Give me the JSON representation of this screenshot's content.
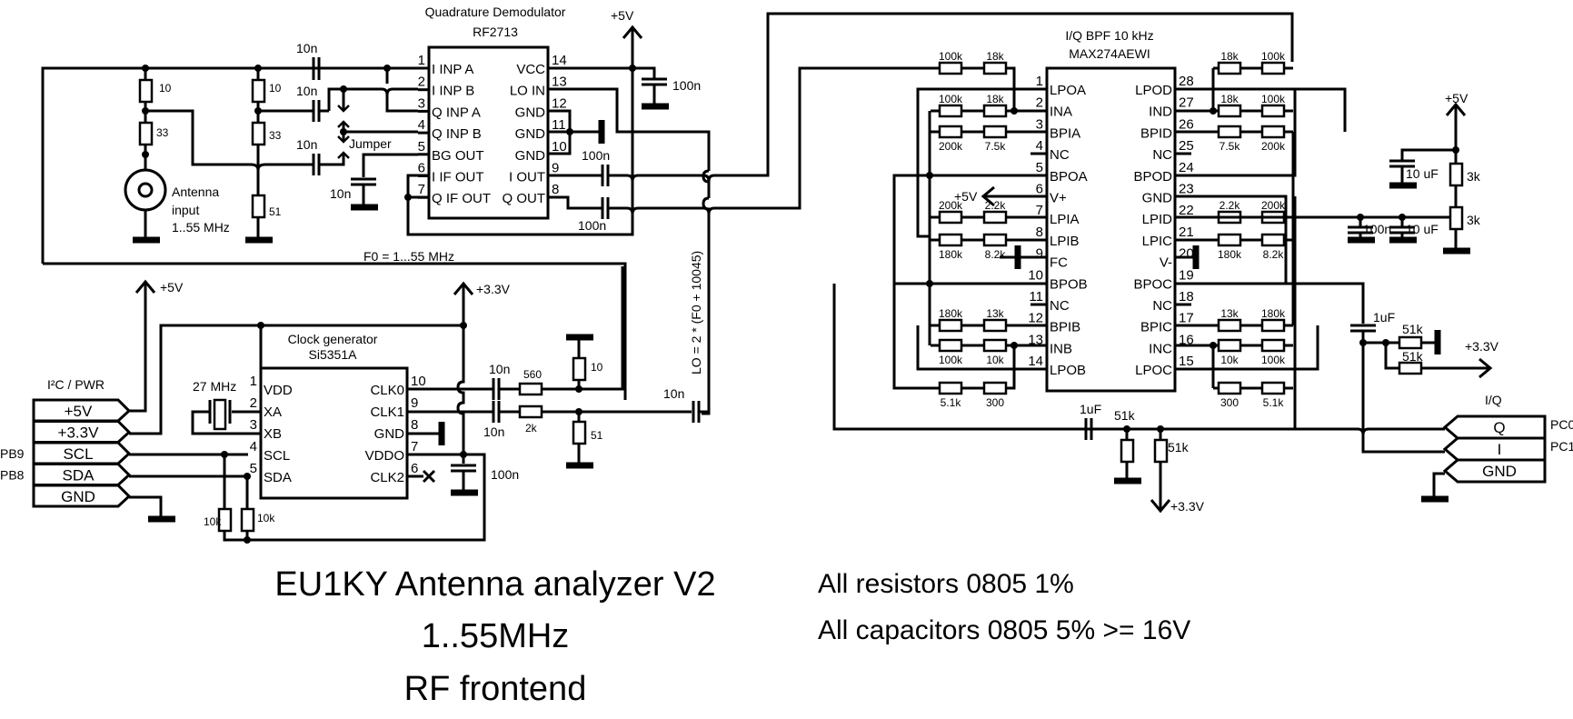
{
  "title": {
    "line1": "EU1KY Antenna analyzer V2",
    "line2": "1..55MHz",
    "line3": "RF frontend"
  },
  "notes": {
    "resistors": "All resistors 0805 1%",
    "capacitors": "All capacitors 0805 5% >= 16V"
  },
  "antenna": {
    "label1": "Antenna",
    "label2": "input",
    "label3": "1..55 MHz",
    "r1": "10",
    "r2": "33",
    "r3": "10",
    "r4": "33",
    "r5": "51",
    "c1": "10n",
    "c2": "10n",
    "c3": "10n",
    "c_bg": "10n",
    "jumper": "Jumper"
  },
  "demod": {
    "title": "Quadrature Demodulator",
    "part": "RF2713",
    "left_pins": [
      {
        "num": "1",
        "name": "I INP A"
      },
      {
        "num": "2",
        "name": "I INP B"
      },
      {
        "num": "3",
        "name": "Q INP A"
      },
      {
        "num": "4",
        "name": "Q INP B"
      },
      {
        "num": "5",
        "name": "BG OUT"
      },
      {
        "num": "6",
        "name": "I IF OUT"
      },
      {
        "num": "7",
        "name": "Q IF OUT"
      }
    ],
    "right_pins": [
      {
        "num": "14",
        "name": "VCC"
      },
      {
        "num": "13",
        "name": "LO IN"
      },
      {
        "num": "12",
        "name": "GND"
      },
      {
        "num": "11",
        "name": "GND"
      },
      {
        "num": "10",
        "name": "GND"
      },
      {
        "num": "9",
        "name": "I OUT"
      },
      {
        "num": "8",
        "name": "Q OUT"
      }
    ],
    "vcc": "+5V",
    "c_vcc": "100n",
    "c_iout": "100n",
    "c_qout": "100n"
  },
  "f0_label": "F0 = 1...55 MHz",
  "lo_label": "LO = 2 * (F0 + 10045)",
  "lo_cap": "10n",
  "connector": {
    "title": "I²C / PWR",
    "pins": [
      "+5V",
      "+3.3V",
      "SCL",
      "SDA",
      "GND"
    ],
    "side_labels": [
      "",
      "",
      "PB9",
      "PB8",
      ""
    ],
    "plus5": "+5V"
  },
  "clock": {
    "title": "Clock generator",
    "part": "Si5351A",
    "left_pins": [
      {
        "num": "1",
        "name": "VDD"
      },
      {
        "num": "2",
        "name": "XA"
      },
      {
        "num": "3",
        "name": "XB"
      },
      {
        "num": "4",
        "name": "SCL"
      },
      {
        "num": "5",
        "name": "SDA"
      }
    ],
    "right_pins": [
      {
        "num": "10",
        "name": "CLK0"
      },
      {
        "num": "9",
        "name": "CLK1"
      },
      {
        "num": "8",
        "name": "GND"
      },
      {
        "num": "7",
        "name": "VDDO"
      },
      {
        "num": "6",
        "name": "CLK2"
      }
    ],
    "crystal": "27 MHz",
    "supply": "+3.3V",
    "c_vddo": "100n",
    "c_clk0": "10n",
    "c_clk1": "10n",
    "r_clk0": "560",
    "r_clk1": "2k",
    "r_clk0_gnd": "10",
    "r_clk1_gnd": "51",
    "pullup1": "10k",
    "pullup2": "10k"
  },
  "bpf": {
    "title": "I/Q BPF 10 kHz",
    "part": "MAX274AEWI",
    "left_pins": [
      {
        "num": "1",
        "name": "LPOA"
      },
      {
        "num": "2",
        "name": "INA"
      },
      {
        "num": "3",
        "name": "BPIA"
      },
      {
        "num": "4",
        "name": "NC"
      },
      {
        "num": "5",
        "name": "BPOA"
      },
      {
        "num": "6",
        "name": "V+"
      },
      {
        "num": "7",
        "name": "LPIA"
      },
      {
        "num": "8",
        "name": "LPIB"
      },
      {
        "num": "9",
        "name": "FC"
      },
      {
        "num": "10",
        "name": "BPOB"
      },
      {
        "num": "11",
        "name": "NC"
      },
      {
        "num": "12",
        "name": "BPIB"
      },
      {
        "num": "13",
        "name": "INB"
      },
      {
        "num": "14",
        "name": "LPOB"
      }
    ],
    "right_pins": [
      {
        "num": "28",
        "name": "LPOD"
      },
      {
        "num": "27",
        "name": "IND"
      },
      {
        "num": "26",
        "name": "BPID"
      },
      {
        "num": "25",
        "name": "NC"
      },
      {
        "num": "24",
        "name": "BPOD"
      },
      {
        "num": "23",
        "name": "GND"
      },
      {
        "num": "22",
        "name": "LPID"
      },
      {
        "num": "21",
        "name": "LPIC"
      },
      {
        "num": "20",
        "name": "V-"
      },
      {
        "num": "19",
        "name": "BPOC"
      },
      {
        "num": "18",
        "name": "NC"
      },
      {
        "num": "17",
        "name": "BPIC"
      },
      {
        "num": "16",
        "name": "INC"
      },
      {
        "num": "15",
        "name": "LPOC"
      }
    ],
    "vplus": "+5V",
    "left_res": [
      {
        "a": "100k",
        "b": "18k"
      },
      {
        "a": "100k",
        "b": "18k"
      },
      {
        "a": "200k",
        "b": "7.5k"
      },
      {
        "a": "200k",
        "b": "2.2k"
      },
      {
        "a": "180k",
        "b": "8.2k"
      },
      {
        "a": "180k",
        "b": "13k"
      },
      {
        "a": "100k",
        "b": "10k"
      },
      {
        "a": "5.1k",
        "b": "300"
      }
    ],
    "right_res": [
      {
        "a": "18k",
        "b": "100k"
      },
      {
        "a": "18k",
        "b": "100k"
      },
      {
        "a": "7.5k",
        "b": "200k"
      },
      {
        "a": "2.2k",
        "b": "200k"
      },
      {
        "a": "180k",
        "b": "8.2k"
      },
      {
        "a": "13k",
        "b": "180k"
      },
      {
        "a": "10k",
        "b": "100k"
      },
      {
        "a": "300",
        "b": "5.1k"
      }
    ]
  },
  "vref": {
    "supply": "+5V",
    "c1": "10 uF",
    "c2": "100n",
    "c3": "10 uF",
    "r1": "3k",
    "r2": "3k"
  },
  "output": {
    "c_top": "1uF",
    "r_top1": "51k",
    "r_top2": "51k",
    "supply_top": "+3.3V",
    "c_bot": "1uF",
    "r_bot1": "51k",
    "r_bot2": "51k",
    "supply_bot": "+3.3V",
    "conn_title": "I/Q",
    "conn_pins": [
      "Q",
      "I",
      "GND"
    ],
    "conn_side": [
      "PC0",
      "PC1",
      ""
    ]
  }
}
